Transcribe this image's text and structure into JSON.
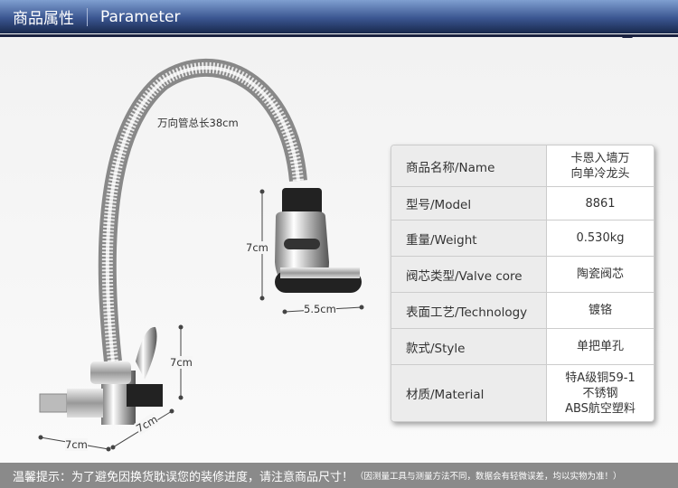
{
  "header": {
    "title_cn": "商品属性",
    "title_en": "Parameter"
  },
  "dimensions": {
    "hose_length": "万向管总长38cm",
    "head_height": "7cm",
    "head_width": "5.5cm",
    "body_height": "7cm",
    "body_depth": "7cm",
    "base_width": "7cm"
  },
  "specs": [
    {
      "label": "商品名称/Name",
      "value": "卡恩入墙万\n向单冷龙头"
    },
    {
      "label": "型号/Model",
      "value": "8861"
    },
    {
      "label": "重量/Weight",
      "value": "0.530kg"
    },
    {
      "label": "阀芯类型/Valve core",
      "value": "陶瓷阀芯"
    },
    {
      "label": "表面工艺/Technology",
      "value": "镀铬"
    },
    {
      "label": "款式/Style",
      "value": "单把单孔"
    },
    {
      "label": "材质/Material",
      "value": "特A级铜59-1\n不锈钢\nABS航空塑料"
    }
  ],
  "footer": {
    "notice": "温馨提示：为了避免因换货耽误您的装修进度，请注意商品尺寸！",
    "note": "（因测量工具与测量方法不同，数据会有轻微误差，均以实物为准！）"
  }
}
